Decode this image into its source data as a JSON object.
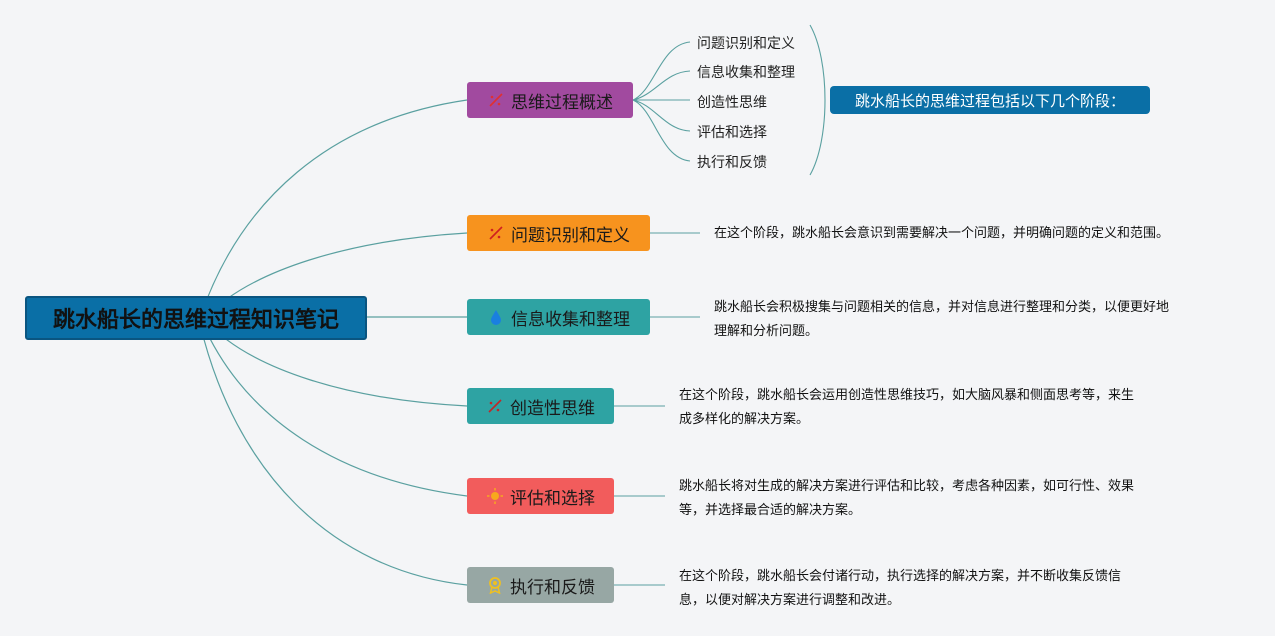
{
  "root": {
    "label": "跳水船长的思维过程知识笔记"
  },
  "branches": [
    {
      "id": "overview",
      "label": "思维过程概述",
      "color": "#a14a9f",
      "icon": "sparkle-icon"
    },
    {
      "id": "identify",
      "label": "问题识别和定义",
      "color": "#f7931e",
      "icon": "sparkle-icon",
      "desc": "在这个阶段，跳水船长会意识到需要解决一个问题，并明确问题的定义和范围。"
    },
    {
      "id": "collect",
      "label": "信息收集和整理",
      "color": "#2ea3a3",
      "icon": "water-drop-icon",
      "desc_lines": [
        "跳水船长会积极搜集与问题相关的信息，并对信息进行整理和分类，以便更好地",
        "理解和分析问题。"
      ]
    },
    {
      "id": "creative",
      "label": "创造性思维",
      "color": "#2ea3a3",
      "icon": "sparkle-icon",
      "desc_lines": [
        "在这个阶段，跳水船长会运用创造性思维技巧，如大脑风暴和侧面思考等，来生",
        "成多样化的解决方案。"
      ]
    },
    {
      "id": "evaluate",
      "label": "评估和选择",
      "color": "#f25c5c",
      "icon": "sun-icon",
      "desc_lines": [
        "跳水船长将对生成的解决方案进行评估和比较，考虑各种因素，如可行性、效果",
        "等，并选择最合适的解决方案。"
      ]
    },
    {
      "id": "execute",
      "label": "执行和反馈",
      "color": "#97a7a4",
      "icon": "award-icon",
      "desc_lines": [
        "在这个阶段，跳水船长会付诸行动，执行选择的解决方案，并不断收集反馈信",
        "息，以便对解决方案进行调整和改进。"
      ]
    }
  ],
  "overview_children": [
    "问题识别和定义",
    "信息收集和整理",
    "创造性思维",
    "评估和选择",
    "执行和反馈"
  ],
  "overview_summary": "跳水船长的思维过程包括以下几个阶段：",
  "colors": {
    "line": "#5aa0a0",
    "root_fill": "#0a6fa6",
    "summary_fill": "#0a6fa6"
  }
}
